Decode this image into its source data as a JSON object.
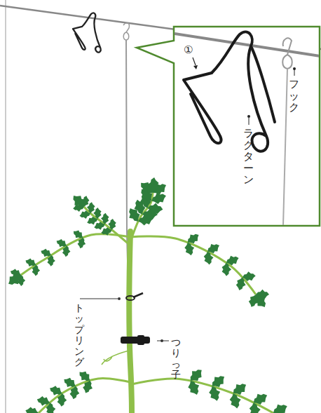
{
  "diagram": {
    "labels": [
      "①",
      "ラクターン",
      "フック",
      "トップリング",
      "つりっ子"
    ]
  }
}
